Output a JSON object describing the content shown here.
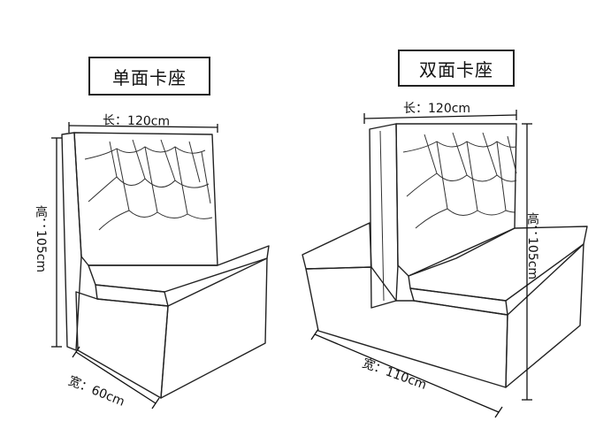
{
  "single": {
    "title": "单面卡座",
    "length": "长：120cm",
    "height": "高：105cm",
    "width": "宽：60cm"
  },
  "double": {
    "title": "双面卡座",
    "length": "长：120cm",
    "height": "高：105cm",
    "width": "宽：110cm"
  },
  "colors": {
    "line": "#222222",
    "background": "#ffffff"
  },
  "icons": [
    "dimension-arrow",
    "tufted-backrest"
  ]
}
